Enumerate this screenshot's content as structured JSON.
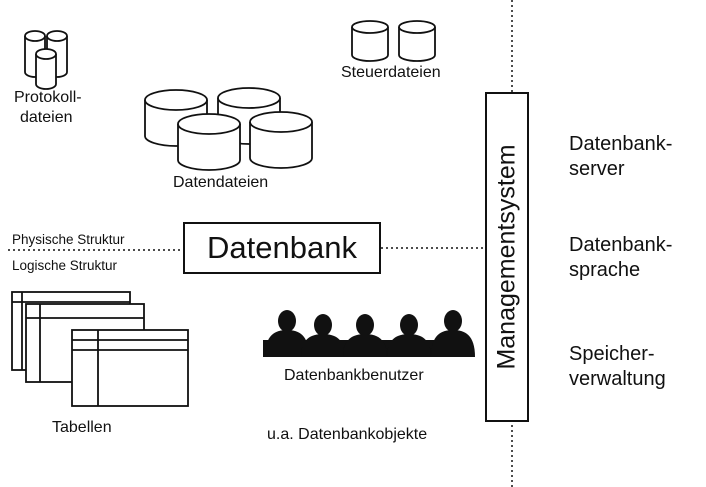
{
  "labels": {
    "protokolldateien_line1": "Protokoll-",
    "protokolldateien_line2": "dateien",
    "steuerdateien": "Steuerdateien",
    "datendateien": "Datendateien",
    "physische_struktur": "Physische Struktur",
    "logische_struktur": "Logische Struktur",
    "datenbank": "Datenbank",
    "datenbankbenutzer": "Datenbankbenutzer",
    "tabellen": "Tabellen",
    "datenbankobjekte": "u.a. Datenbankobjekte",
    "managementsystem": "Managementsystem"
  },
  "right_panel": [
    {
      "line1": "Datenbank-",
      "line2": "server"
    },
    {
      "line1": "Datenbank-",
      "line2": "sprache"
    },
    {
      "line1": "Speicher-",
      "line2": "verwaltung"
    }
  ],
  "icons": {
    "protokoll": "database-cylinders-icon",
    "steuer": "database-cylinders-icon",
    "daten": "database-cylinders-icon",
    "tables": "table-stack-icon",
    "users": "people-silhouette-icon"
  },
  "colors": {
    "ink": "#111111",
    "background": "#ffffff"
  }
}
